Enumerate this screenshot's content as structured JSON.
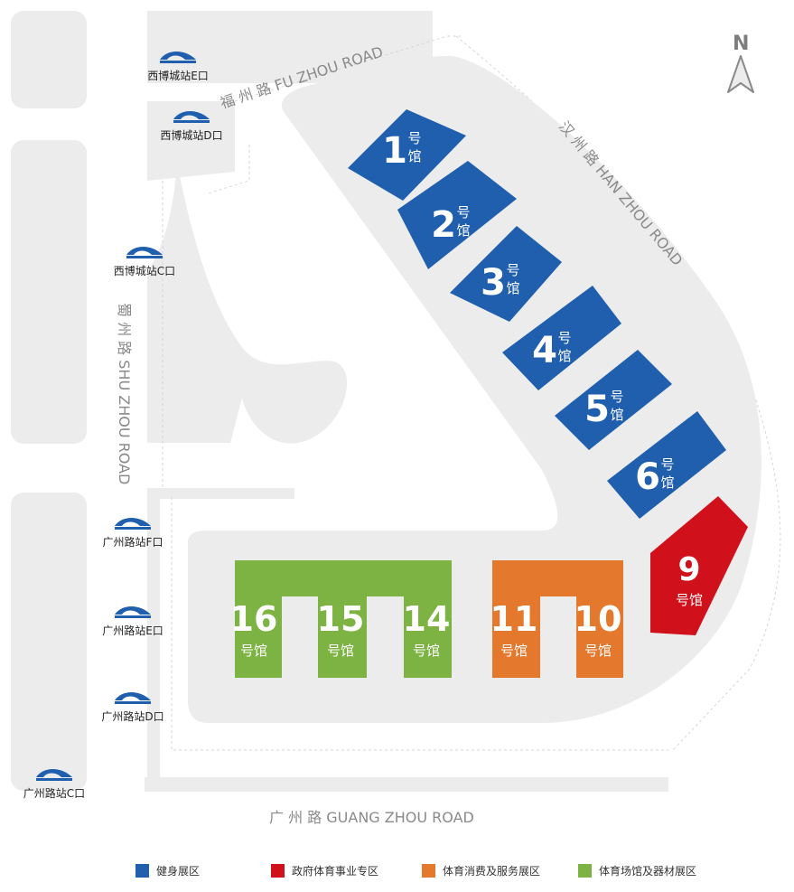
{
  "compass": {
    "label": "N"
  },
  "roads": {
    "fuzhou": "福 州 路 FU ZHOU ROAD",
    "hanzhou": "汉 州 路 HAN ZHOU ROAD",
    "shuzhou": "蜀 州 路 SHU ZHOU ROAD",
    "guangzhou": "广 州 路 GUANG ZHOU ROAD"
  },
  "stations": [
    {
      "label": "西博城站E口"
    },
    {
      "label": "西博城站D口"
    },
    {
      "label": "西博城站C口"
    },
    {
      "label": "广州路站F口"
    },
    {
      "label": "广州路站E口"
    },
    {
      "label": "广州路站D口"
    },
    {
      "label": "广州路站C口"
    }
  ],
  "hall_suffix": "号馆",
  "halls": [
    {
      "num": "1",
      "zone": "fitness"
    },
    {
      "num": "2",
      "zone": "fitness"
    },
    {
      "num": "3",
      "zone": "fitness"
    },
    {
      "num": "4",
      "zone": "fitness"
    },
    {
      "num": "5",
      "zone": "fitness"
    },
    {
      "num": "6",
      "zone": "fitness"
    },
    {
      "num": "9",
      "zone": "government"
    },
    {
      "num": "10",
      "zone": "consumption"
    },
    {
      "num": "11",
      "zone": "consumption"
    },
    {
      "num": "14",
      "zone": "venue"
    },
    {
      "num": "15",
      "zone": "venue"
    },
    {
      "num": "16",
      "zone": "venue"
    }
  ],
  "colors": {
    "fitness": "#1f5fae",
    "government": "#d0101b",
    "consumption": "#e4782c",
    "venue": "#7cb342",
    "ground": "#ececec"
  },
  "legend": [
    {
      "label": "健身展区",
      "color": "#1f5fae"
    },
    {
      "label": "政府体育事业专区",
      "color": "#d0101b"
    },
    {
      "label": "体育消费及服务展区",
      "color": "#e4782c"
    },
    {
      "label": "体育场馆及器材展区",
      "color": "#7cb342"
    }
  ]
}
